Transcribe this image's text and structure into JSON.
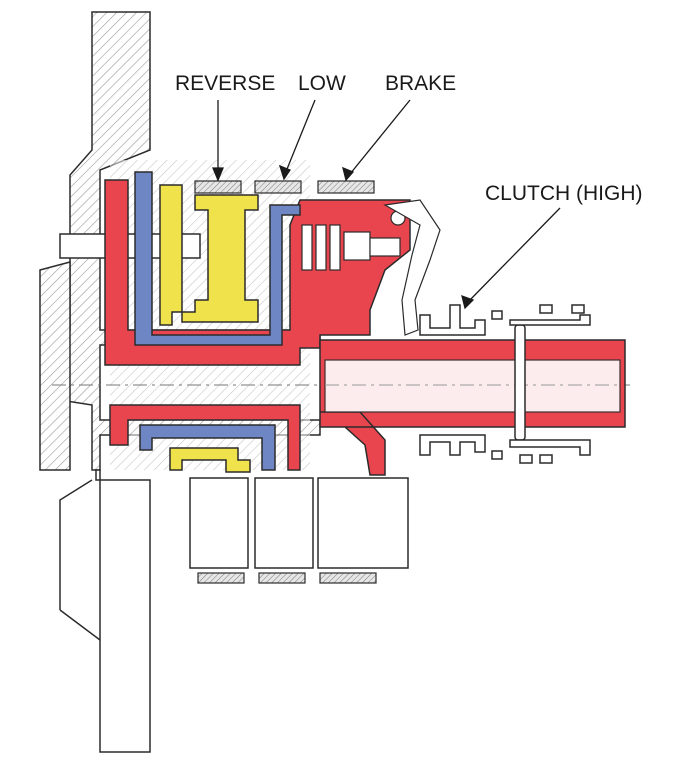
{
  "labels": {
    "reverse": "REVERSE",
    "low": "LOW",
    "brake": "BRAKE",
    "clutch": "CLUTCH (HIGH)"
  },
  "colors": {
    "red": "#e8454f",
    "blue": "#6f86c4",
    "yellow": "#efe24a",
    "hatch": "#9a9a9a",
    "outline": "#2b2b2b",
    "lining": "#cfcfcf"
  }
}
